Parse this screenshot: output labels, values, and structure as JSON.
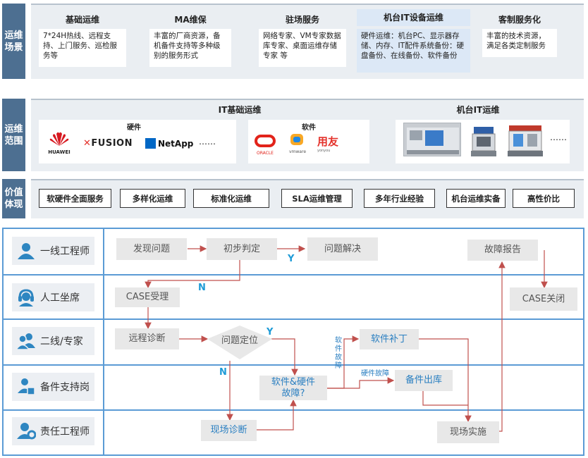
{
  "scenario": {
    "side_label": "运维\n场景",
    "columns": [
      {
        "title": "基础运维",
        "text": "7*24H热线、远程支持、上门服务、巡检服务等"
      },
      {
        "title": "MA维保",
        "text": "丰富的厂商资源，备机备件支持等多种级别的服务形式"
      },
      {
        "title": "驻场服务",
        "text": "网络专家、VM专家数据库专家、桌面运维存储专家 等"
      },
      {
        "title": "机台IT设备运维",
        "text": "硬件运维：机台PC、显示器存储、内存、IT配件系统备份：硬盘备份、在线备份、软件备份"
      },
      {
        "title": "客制服务化",
        "text": "丰富的技术资源，满足各类定制服务"
      }
    ]
  },
  "scope": {
    "side_label": "运维\n范围",
    "it_title": "IT基础运维",
    "machine_title": "机台IT运维",
    "hardware_label": "硬件",
    "software_label": "软件",
    "hardware_brands": [
      "HUAWEI",
      "FUSION",
      "NetApp",
      "……"
    ],
    "software_brands": [
      "ORACLE",
      "vmware",
      "用友",
      "yonyou"
    ],
    "machine_more": "……"
  },
  "value": {
    "side_label": "价值\n体现",
    "items": [
      "软硬件全面服务",
      "多样化运维",
      "标准化运维",
      "SLA运维管理",
      "多年行业经验",
      "机台运维实备",
      "高性价比"
    ]
  },
  "flow": {
    "roles": [
      "一线工程师",
      "人工坐席",
      "二线/专家",
      "备件支持岗",
      "责任工程师"
    ],
    "nodes": {
      "discover": "发现问题",
      "judge": "初步判定",
      "resolve": "问题解决",
      "report": "故障报告",
      "case_accept": "CASE受理",
      "case_close": "CASE关闭",
      "remote_diag": "远程诊断",
      "locate": "问题定位",
      "sw_patch": "软件补丁",
      "fault_type": "软件&硬件故障?",
      "spare_out": "备件出库",
      "onsite_diag": "现场诊断",
      "onsite_impl": "现场实施"
    },
    "labels": {
      "y1": "Y",
      "n1": "N",
      "y2": "Y",
      "n2": "N",
      "sw_fault": "软件故障",
      "hw_fault": "硬件故障"
    },
    "colors": {
      "lane_border": "#5b9bd5",
      "arrow": "#c0504d",
      "node_text_blue": "#2a7fc1"
    }
  }
}
